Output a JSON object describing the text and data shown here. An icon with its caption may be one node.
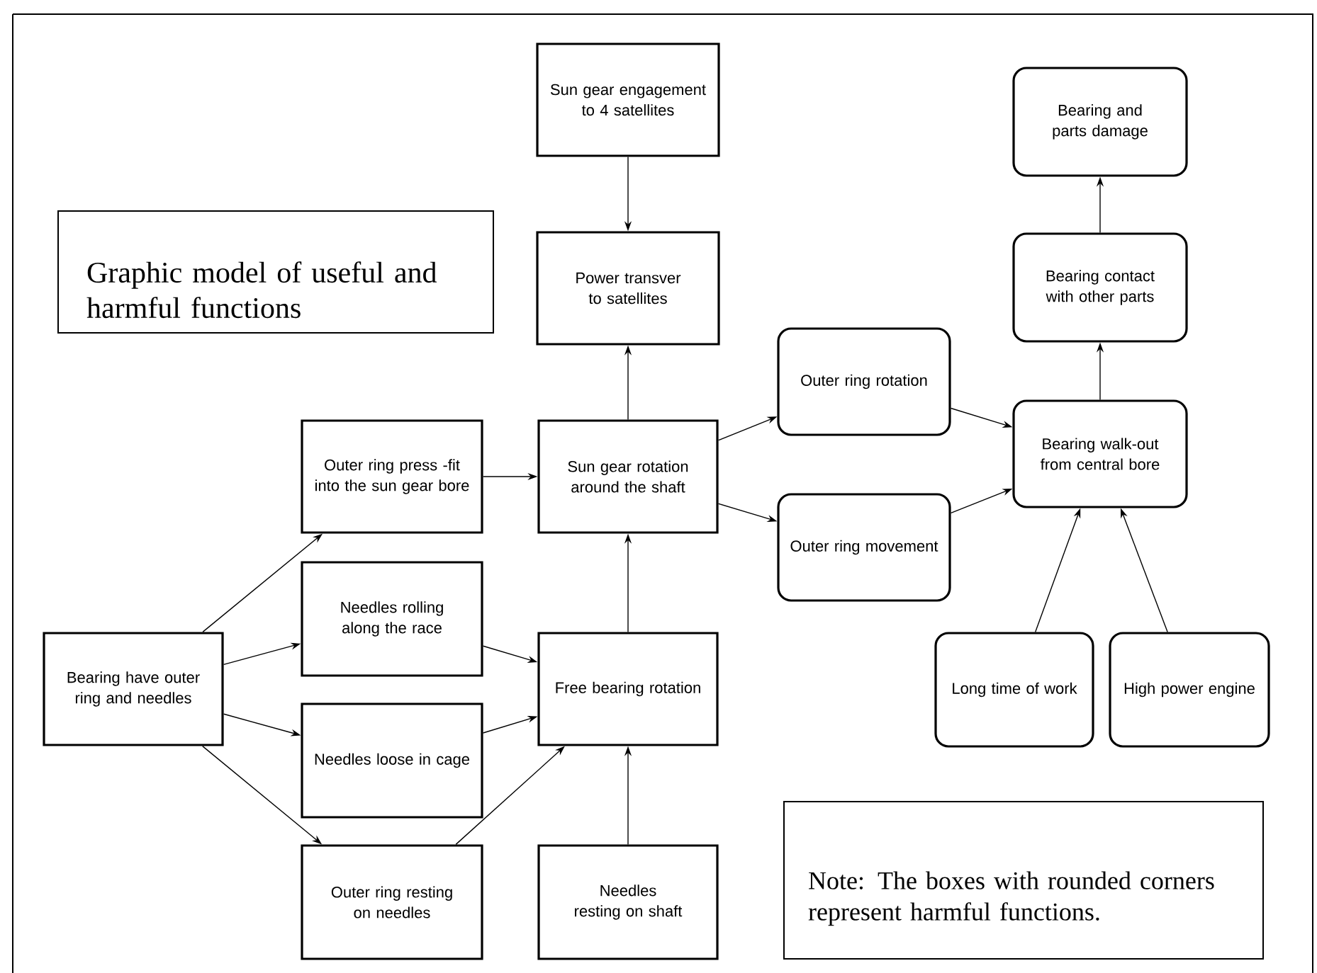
{
  "diagram": {
    "nodes": [
      {
        "text": [
          "Graphic model of useful and harmful functions"
        ]
      },
      {
        "text": [
          "Sun gear engagement to 4 satellites"
        ]
      },
      {
        "text": [
          "Power transver to satellites"
        ]
      },
      {
        "text": [
          "Outer ring press -fit into the sun gear bore"
        ]
      },
      {
        "text": [
          "Sun gear rotation around the shaft"
        ]
      },
      {
        "text": [
          "Outer ring rotation"
        ]
      },
      {
        "text": [
          "Outer ring movement"
        ]
      },
      {
        "text": [
          "Bearing and parts damage"
        ]
      },
      {
        "text": [
          "Bearing contact with other parts"
        ]
      },
      {
        "text": [
          "Bearing walk-out from central bore"
        ]
      },
      {
        "text": [
          "Needles rolling along the race"
        ]
      },
      {
        "text": [
          "Bearing have outer ring and needles"
        ]
      },
      {
        "text": [
          "Free bearing rotation"
        ]
      },
      {
        "text": [
          "Needles loose in cage"
        ]
      },
      {
        "text": [
          "Long time of work"
        ]
      },
      {
        "text": [
          "High power engine"
        ]
      },
      {
        "text": [
          "Outer ring resting on needles"
        ]
      },
      {
        "text": [
          "Needles resting on shaft"
        ]
      },
      {
        "text": [
          "Note:  The boxes with rounded corners represent harmful functions."
        ]
      }
    ],
    "edges": [
      {
        "from": 1,
        "to": 2,
        "arrow": "to"
      },
      {
        "from": 4,
        "to": 2,
        "arrow": "to"
      },
      {
        "from": 3,
        "to": 4,
        "arrow": "to"
      },
      {
        "from": 4,
        "to": 5,
        "arrow": "to"
      },
      {
        "from": 4,
        "to": 6,
        "arrow": "to"
      },
      {
        "from": 5,
        "to": 9,
        "arrow": "to"
      },
      {
        "from": 6,
        "to": 9,
        "arrow": "to"
      },
      {
        "from": 9,
        "to": 8,
        "arrow": "to"
      },
      {
        "from": 8,
        "to": 7,
        "arrow": "to"
      },
      {
        "from": 14,
        "to": 9,
        "arrow": "to"
      },
      {
        "from": 15,
        "to": 9,
        "arrow": "to"
      },
      {
        "from": 11,
        "to": 3,
        "arrow": "to"
      },
      {
        "from": 11,
        "to": 10,
        "arrow": "to"
      },
      {
        "from": 11,
        "to": 13,
        "arrow": "to"
      },
      {
        "from": 11,
        "to": 16,
        "arrow": "to"
      },
      {
        "from": 10,
        "to": 12,
        "arrow": "to"
      },
      {
        "from": 13,
        "to": 12,
        "arrow": "to"
      },
      {
        "from": 16,
        "to": 12,
        "arrow": "to"
      },
      {
        "from": 12,
        "to": 4,
        "arrow": "to"
      },
      {
        "from": 17,
        "to": 12,
        "arrow": "to"
      }
    ]
  }
}
